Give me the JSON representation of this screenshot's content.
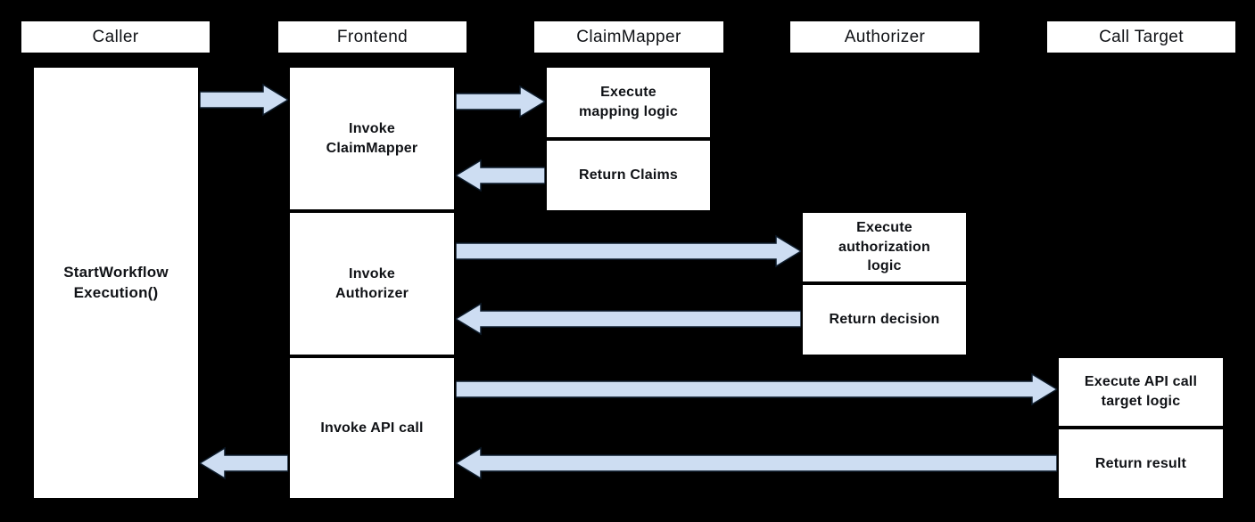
{
  "title": "Workflow invocation sequence diagram",
  "colors": {
    "background": "#000000",
    "box_fill": "#ffffff",
    "box_border": "#000000",
    "text": "#101216",
    "arrow_fill": "#cdddf2",
    "arrow_stroke": "#0d1b2a"
  },
  "lane_headers": [
    {
      "label": "Caller"
    },
    {
      "label": "Frontend"
    },
    {
      "label": "ClaimMapper"
    },
    {
      "label": "Authorizer"
    },
    {
      "label": "Call Target"
    }
  ],
  "boxes": {
    "caller_main": {
      "label": "StartWorkflow\nExecution()"
    },
    "frontend_invoke_claimmapper": {
      "label": "Invoke\nClaimMapper"
    },
    "frontend_invoke_authorizer": {
      "label": "Invoke\nAuthorizer"
    },
    "frontend_invoke_api_call": {
      "label": "Invoke API call"
    },
    "claimmapper_execute": {
      "label": "Execute\nmapping logic"
    },
    "claimmapper_return": {
      "label": "Return Claims"
    },
    "authorizer_execute": {
      "label": "Execute\nauthorization\nlogic"
    },
    "authorizer_return": {
      "label": "Return decision"
    },
    "calltarget_execute": {
      "label": "Execute API call\ntarget logic"
    },
    "calltarget_return": {
      "label": "Return result"
    }
  },
  "arrows": [
    {
      "name": "caller-to-frontend",
      "from": "Caller",
      "to": "Frontend",
      "direction": "right"
    },
    {
      "name": "frontend-to-claimmapper",
      "from": "Frontend",
      "to": "ClaimMapper",
      "direction": "right"
    },
    {
      "name": "claimmapper-to-frontend",
      "from": "ClaimMapper",
      "to": "Frontend",
      "direction": "left"
    },
    {
      "name": "frontend-to-authorizer",
      "from": "Frontend",
      "to": "Authorizer",
      "direction": "right"
    },
    {
      "name": "authorizer-to-frontend",
      "from": "Authorizer",
      "to": "Frontend",
      "direction": "left"
    },
    {
      "name": "frontend-to-calltarget",
      "from": "Frontend",
      "to": "Call Target",
      "direction": "right"
    },
    {
      "name": "calltarget-to-frontend",
      "from": "Call Target",
      "to": "Frontend",
      "direction": "left"
    },
    {
      "name": "frontend-to-caller",
      "from": "Frontend",
      "to": "Caller",
      "direction": "left"
    }
  ]
}
